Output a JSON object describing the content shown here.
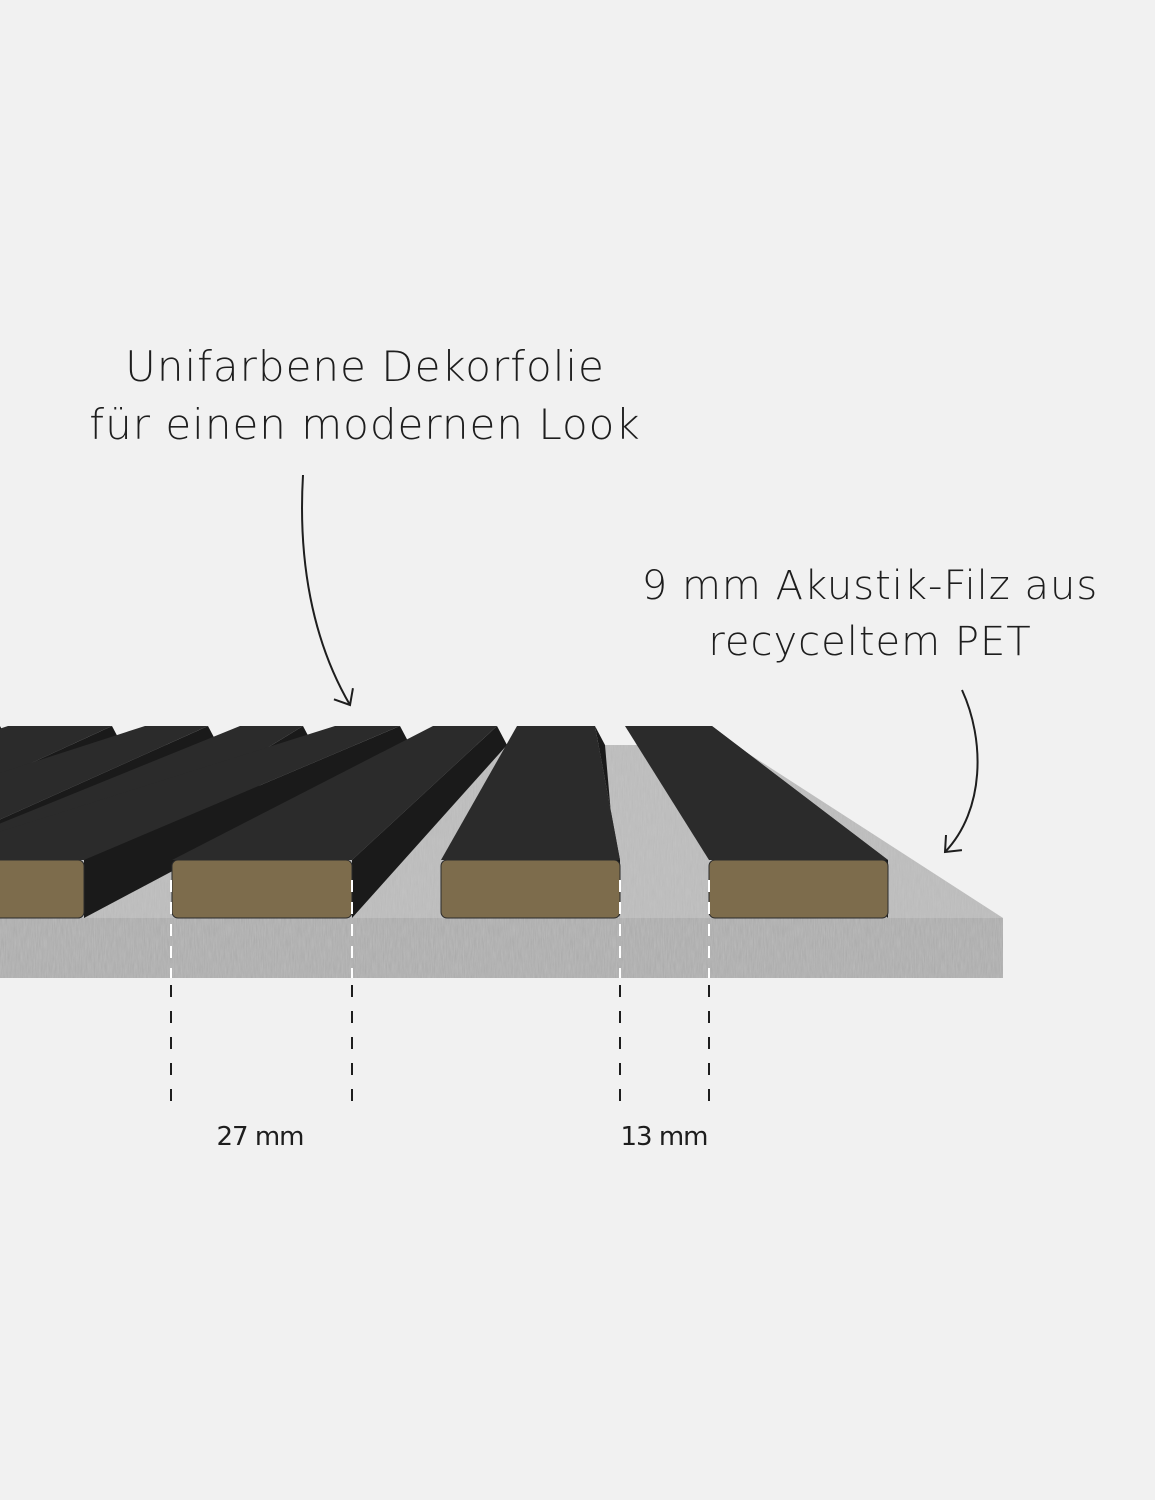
{
  "annotations": {
    "decor_line1": "Unifarbene Dekorfolie",
    "decor_line2": "für einen modernen Look",
    "felt_line1": "9 mm Akustik-Filz aus",
    "felt_line2": "recyceltem PET"
  },
  "dimensions": {
    "slat_width": "27 mm",
    "gap_width": "13 mm"
  },
  "colors": {
    "background": "#f1f1f1",
    "slat_top": "#2b2b2b",
    "slat_core": "#7d6c4c",
    "felt": "#adadad"
  }
}
